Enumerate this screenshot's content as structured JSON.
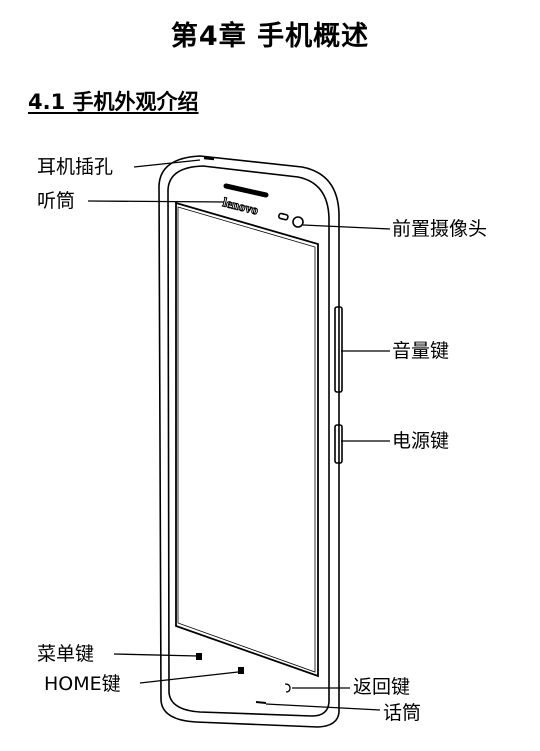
{
  "document": {
    "chapter_title": "第4章  手机概述",
    "section_title": "4.1  手机外观介绍"
  },
  "phone": {
    "brand": "lenovo",
    "labels": {
      "headphone_jack": "耳机插孔",
      "earpiece": "听筒",
      "front_camera": "前置摄像头",
      "volume_key": "音量键",
      "power_key": "电源键",
      "menu_key": "菜单键",
      "home_key": "HOME键",
      "back_key": "返回键",
      "microphone": "话筒"
    }
  }
}
